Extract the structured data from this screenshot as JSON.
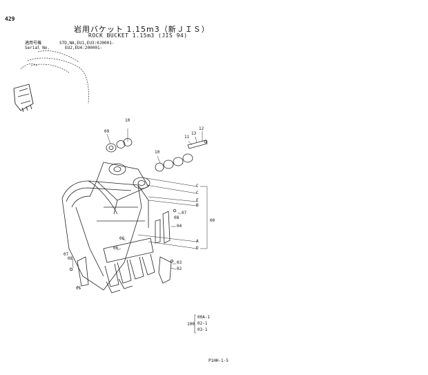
{
  "page_number": "429",
  "title_jp": "岩用バケット 1.15m3（新ＪＩＳ）",
  "title_en": "ROCK BUCKET 1.15m3 (JIS 94)",
  "applicability": {
    "label_jp": "適用号機",
    "label_en": "Serial No.",
    "line1": "STD,NA,EU1,EU3:0J0001-",
    "line2": "EU2,EU4:200001-"
  },
  "callouts": [
    "12",
    "13",
    "11",
    "10",
    "09",
    "10",
    "C",
    "C",
    "E",
    "B",
    "07",
    "08",
    "04",
    "00",
    "A",
    "D",
    "06",
    "06",
    "07",
    "08",
    "03",
    "02",
    "05"
  ],
  "kit_list": {
    "qty": "100",
    "items": [
      "00A-1",
      "02-1",
      "03-1"
    ]
  },
  "footer_code": "P1HH-1-5",
  "colors": {
    "line": "#222222",
    "paper": "#ffffff"
  }
}
